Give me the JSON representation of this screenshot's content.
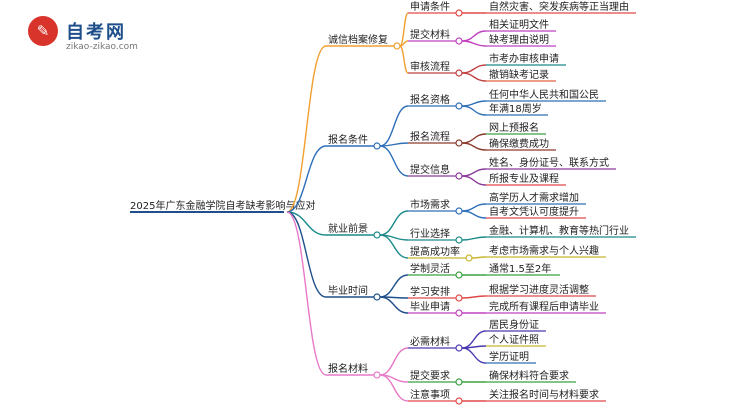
{
  "logo": {
    "badge_glyph": "✎",
    "name": "自考网",
    "url": "zikao-zikao.com"
  },
  "root": "2025年广东金融学院自考缺考影响与应对",
  "branches": [
    {
      "label": "诚信档案修复",
      "color": "#f0a030",
      "children": [
        {
          "label": "申请条件",
          "color": "#e04848",
          "leaves": [
            {
              "label": "自然灾害、突发疾病等正当理由",
              "color": "#e04848"
            }
          ]
        },
        {
          "label": "提交材料",
          "color": "#c040c0",
          "leaves": [
            {
              "label": "相关证明文件",
              "color": "#c040c0"
            },
            {
              "label": "缺考理由说明",
              "color": "#c040c0"
            }
          ]
        },
        {
          "label": "审核流程",
          "color": "#c04040",
          "leaves": [
            {
              "label": "市考办审核申请",
              "color": "#1a8a8a"
            },
            {
              "label": "撤销缺考记录",
              "color": "#e06040"
            }
          ]
        }
      ]
    },
    {
      "label": "报名条件",
      "color": "#2f6fb8",
      "children": [
        {
          "label": "报名资格",
          "color": "#2f6fb8",
          "leaves": [
            {
              "label": "任何中华人民共和国公民",
              "color": "#2f6fb8"
            },
            {
              "label": "年满18周岁",
              "color": "#2f6fb8"
            }
          ]
        },
        {
          "label": "报名流程",
          "color": "#8a3a2a",
          "leaves": [
            {
              "label": "网上预报名",
              "color": "#3aa040"
            },
            {
              "label": "确保缴费成功",
              "color": "#8a3a2a"
            }
          ]
        },
        {
          "label": "提交信息",
          "color": "#8a3a9a",
          "leaves": [
            {
              "label": "姓名、身份证号、联系方式",
              "color": "#8a3a9a"
            },
            {
              "label": "所报专业及课程",
              "color": "#e04848"
            }
          ]
        }
      ]
    },
    {
      "label": "就业前景",
      "color": "#1a8a8a",
      "children": [
        {
          "label": "市场需求",
          "color": "#2f6fb8",
          "leaves": [
            {
              "label": "高学历人才需求增加",
              "color": "#2f6fb8"
            },
            {
              "label": "自考文凭认可度提升",
              "color": "#e04848"
            }
          ]
        },
        {
          "label": "行业选择",
          "color": "#1a8a8a",
          "leaves": [
            {
              "label": "金融、计算机、教育等热门行业",
              "color": "#1a8a8a"
            }
          ]
        },
        {
          "label": "提高成功率",
          "color": "#c8b830",
          "leaves": [
            {
              "label": "考虑市场需求与个人兴趣",
              "color": "#c8b830"
            }
          ]
        }
      ]
    },
    {
      "label": "毕业时间",
      "color": "#1e4f8a",
      "children": [
        {
          "label": "学制灵活",
          "color": "#3aa040",
          "leaves": [
            {
              "label": "通常1.5至2年",
              "color": "#3aa040"
            }
          ]
        },
        {
          "label": "学习安排",
          "color": "#e04848",
          "leaves": [
            {
              "label": "根据学习进度灵活调整",
              "color": "#e04848"
            }
          ]
        },
        {
          "label": "毕业申请",
          "color": "#c040c0",
          "leaves": [
            {
              "label": "完成所有课程后申请毕业",
              "color": "#c040c0"
            }
          ]
        }
      ]
    },
    {
      "label": "报名材料",
      "color": "#e878c8",
      "children": [
        {
          "label": "必需材料",
          "color": "#4a3ab0",
          "leaves": [
            {
              "label": "居民身份证",
              "color": "#4a3ab0"
            },
            {
              "label": "个人证件照",
              "color": "#c8b830"
            },
            {
              "label": "学历证明",
              "color": "#2f6fb8"
            }
          ]
        },
        {
          "label": "提交要求",
          "color": "#3aa040",
          "leaves": [
            {
              "label": "确保材料符合要求",
              "color": "#3aa040"
            }
          ]
        },
        {
          "label": "注意事项",
          "color": "#e04848",
          "leaves": [
            {
              "label": "关注报名时间与材料要求",
              "color": "#e04848"
            }
          ]
        }
      ]
    }
  ]
}
